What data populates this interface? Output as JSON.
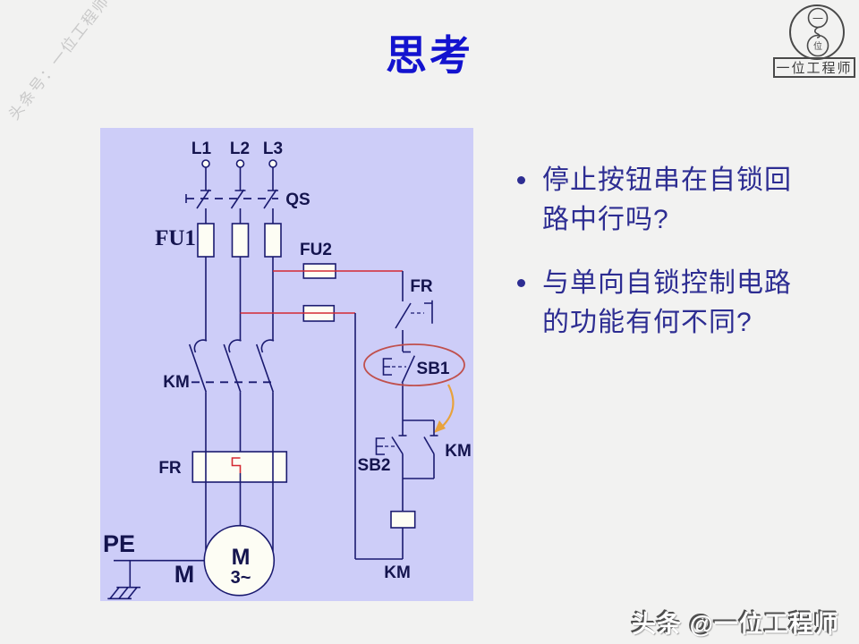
{
  "header": {
    "title": "思考",
    "title_color": "#1313cf"
  },
  "watermark": {
    "text": "头条号：一位工程师"
  },
  "logo": {
    "circle_top_char": "一",
    "circle_bottom_char": "位",
    "badge_text": "一位工程师"
  },
  "bullets": [
    {
      "line1": "停止按钮串在自锁回",
      "line2": "路中行吗?"
    },
    {
      "line1": "与单向自锁控制电路",
      "line2": "的功能有何不同?"
    }
  ],
  "footer": {
    "text": "头条 @一位工程师"
  },
  "diagram": {
    "background": "#cdcdf8",
    "wire_color": "#1a1a70",
    "control_wire_color": "#d42a33",
    "highlight_ellipse_color": "#c0504d",
    "arrow_color": "#e8a23c",
    "labels": {
      "l1": "L1",
      "l2": "L2",
      "l3": "L3",
      "qs": "QS",
      "fu1": "FU1",
      "fu2": "FU2",
      "fr_contact": "FR",
      "km_main": "KM",
      "sb1": "SB1",
      "sb2": "SB2",
      "km_aux": "KM",
      "km_coil": "KM",
      "fr_element": "FR",
      "pe": "PE",
      "m_wire": "M",
      "motor_letter": "M",
      "motor_phase": "3~"
    }
  }
}
